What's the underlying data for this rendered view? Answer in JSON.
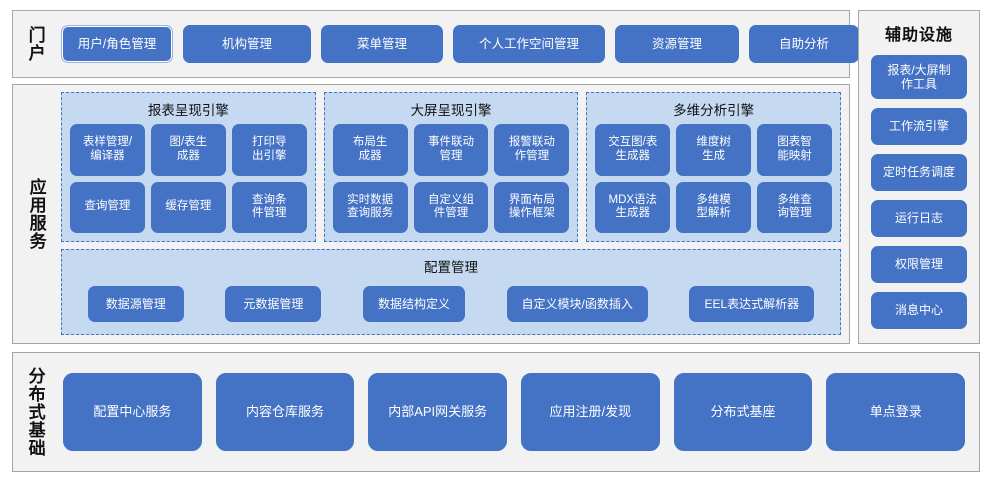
{
  "colors": {
    "button_blue": "#4472C4",
    "panel_blue": "#C5D9F1",
    "band_bg": "#F2F2F2",
    "band_border": "#A6A6A6",
    "text_light": "#FFFFFF",
    "text_dark": "#111111"
  },
  "portal": {
    "label": "门户",
    "items": [
      "用户/角色管理",
      "机构管理",
      "菜单管理",
      "个人工作空间管理",
      "资源管理",
      "自助分析"
    ]
  },
  "aux": {
    "title": "辅助设施",
    "items": [
      "报表/大屏制\n作工具",
      "工作流引擎",
      "定时任务调度",
      "运行日志",
      "权限管理",
      "消息中心"
    ]
  },
  "app_services": {
    "label": "应用服务",
    "engines": [
      {
        "title": "报表呈现引擎",
        "items": [
          "表样管理/\n编译器",
          "图/表生\n成器",
          "打印导\n出引擎",
          "查询管理",
          "缓存管理",
          "查询条\n件管理"
        ]
      },
      {
        "title": "大屏呈现引擎",
        "items": [
          "布局生\n成器",
          "事件联动\n管理",
          "报警联动\n作管理",
          "实时数据\n查询服务",
          "自定义组\n件管理",
          "界面布局\n操作框架"
        ]
      },
      {
        "title": "多维分析引擎",
        "items": [
          "交互图/表\n生成器",
          "维度树\n生成",
          "图表智\n能映射",
          "MDX语法\n生成器",
          "多维模\n型解析",
          "多维查\n询管理"
        ]
      }
    ],
    "config": {
      "title": "配置管理",
      "items": [
        "数据源管理",
        "元数据管理",
        "数据结构定义",
        "自定义模块/函数插入",
        "EEL表达式解析器"
      ]
    }
  },
  "distributed": {
    "label": "分布式基础",
    "items": [
      "配置中心服务",
      "内容仓库服务",
      "内部API网关服务",
      "应用注册/发现",
      "分布式基座",
      "单点登录"
    ]
  }
}
